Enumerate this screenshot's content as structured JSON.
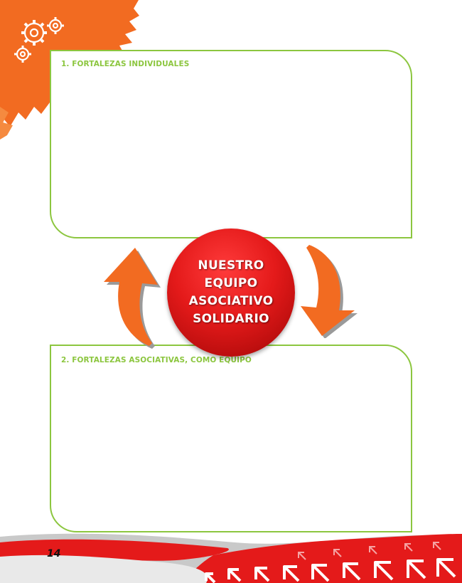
{
  "sections": [
    {
      "title": "1. FORTALEZAS INDIVIDUALES"
    },
    {
      "title": "2. FORTALEZAS ASOCIATIVAS, COMO EQUIPO"
    }
  ],
  "center": {
    "lines": [
      "NUESTRO",
      "EQUIPO",
      "ASOCIATIVO",
      "SOLIDARIO"
    ]
  },
  "footer": {
    "page_number": "14"
  },
  "colors": {
    "accent_green": "#8cc63f",
    "orange": "#f26b21",
    "red": "#e41a1a"
  },
  "icons": [
    "gears-icon",
    "cycle-arrow-up-icon",
    "cycle-arrow-down-icon",
    "small-arrow-icons"
  ]
}
